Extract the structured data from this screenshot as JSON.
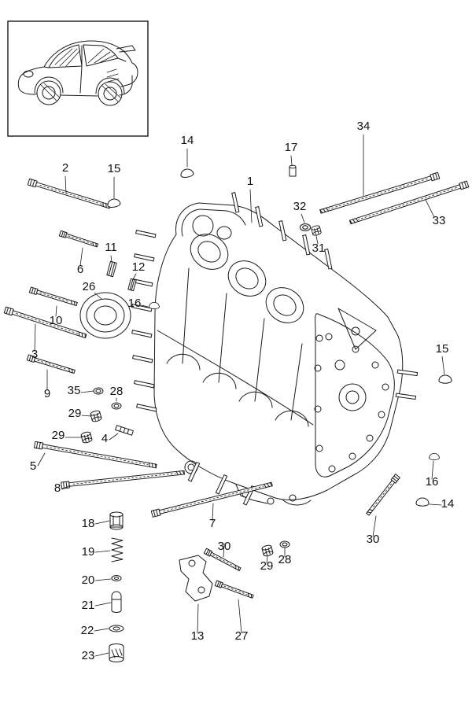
{
  "colors": {
    "line": "#1a1a1a",
    "background": "#ffffff"
  },
  "inset": {
    "icon": "car-911-thumbnail"
  },
  "callouts": {
    "c1": "1",
    "c2": "2",
    "c3": "3",
    "c4": "4",
    "c5": "5",
    "c6": "6",
    "c7": "7",
    "c8": "8",
    "c9": "9",
    "c10": "10",
    "c11": "11",
    "c12": "12",
    "c13": "13",
    "c14a": "14",
    "c14b": "14",
    "c15a": "15",
    "c15b": "15",
    "c16a": "16",
    "c16b": "16",
    "c17": "17",
    "c18": "18",
    "c19": "19",
    "c20": "20",
    "c21": "21",
    "c22": "22",
    "c23": "23",
    "c26": "26",
    "c27": "27",
    "c28a": "28",
    "c28b": "28",
    "c29a": "29",
    "c29b": "29",
    "c29c": "29",
    "c30a": "30",
    "c30b": "30",
    "c31": "31",
    "c32": "32",
    "c33": "33",
    "c34": "34",
    "c35": "35"
  }
}
